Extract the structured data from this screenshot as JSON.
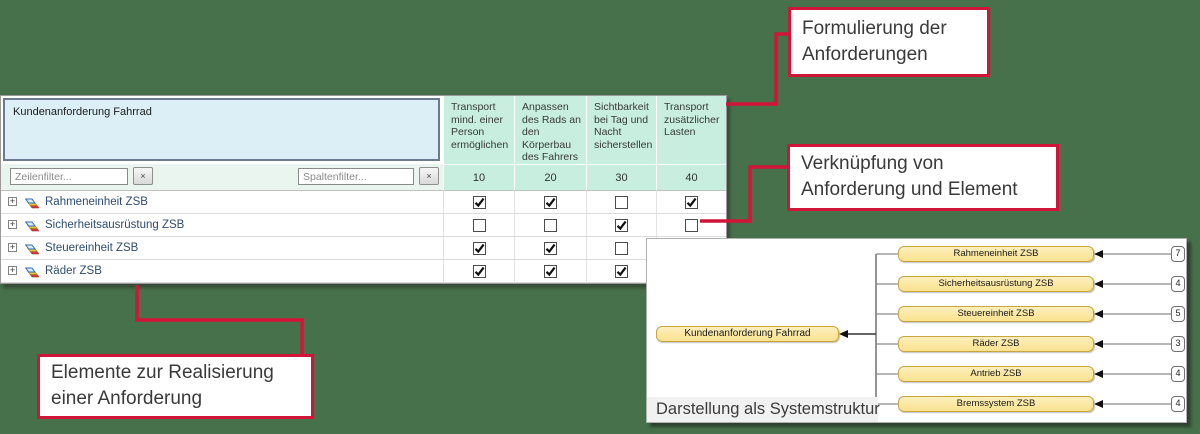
{
  "colors": {
    "page_background": "#47714a",
    "accent_red": "#d11438",
    "matrix_header_fill": "#c7eede",
    "corner_fill": "#dceef6",
    "corner_border": "#6b7b92",
    "filter_band_fill": "#e9f5ee",
    "node_fill_top": "#fdf0bd",
    "node_fill_bottom": "#fae28e",
    "node_border": "#c9a53e",
    "row_text": "#2e4d6e"
  },
  "matrix": {
    "corner_title": "Kundenanforderung Fahrrad",
    "expander_glyph": "+",
    "row_filter": {
      "placeholder": "Zeilenfilter...",
      "clear_label": "×"
    },
    "column_filter": {
      "placeholder": "Spaltenfilter...",
      "clear_label": "×"
    },
    "columns": [
      {
        "label": "Transport mind. einer Person ermöglichen",
        "weight": "10"
      },
      {
        "label": "Anpassen des Rads an den Körperbau des Fahrers",
        "weight": "20"
      },
      {
        "label": "Sichtbarkeit bei Tag und Nacht sicherstellen",
        "weight": "30"
      },
      {
        "label": "Transport zusätzlicher Lasten",
        "weight": "40"
      }
    ],
    "rows": [
      {
        "label": "Rahmeneinheit ZSB",
        "checks": [
          true,
          true,
          false,
          true
        ]
      },
      {
        "label": "Sicherheitsausrüstung ZSB",
        "checks": [
          false,
          false,
          true,
          false
        ]
      },
      {
        "label": "Steuereinheit ZSB",
        "checks": [
          true,
          true,
          false,
          null
        ]
      },
      {
        "label": "Räder ZSB",
        "checks": [
          true,
          true,
          true,
          null
        ]
      }
    ]
  },
  "structure": {
    "caption": "Darstellung als Systemstruktur",
    "root": {
      "label": "Kundenanforderung Fahrrad"
    },
    "elements": [
      {
        "label": "Rahmeneinheit ZSB",
        "count": "7"
      },
      {
        "label": "Sicherheitsausrüstung ZSB",
        "count": "4"
      },
      {
        "label": "Steuereinheit ZSB",
        "count": "5"
      },
      {
        "label": "Räder ZSB",
        "count": "3"
      },
      {
        "label": "Antrieb ZSB",
        "count": "4"
      },
      {
        "label": "Bremssystem ZSB",
        "count": "4"
      }
    ]
  },
  "callouts": {
    "formulierung": {
      "lines": [
        "Formulierung der",
        "Anforderungen"
      ]
    },
    "verknuepfung": {
      "lines": [
        "Verknüpfung von",
        "Anforderung und Element"
      ]
    },
    "elemente": {
      "lines": [
        "Elemente zur Realisierung",
        "einer Anforderung"
      ]
    }
  }
}
